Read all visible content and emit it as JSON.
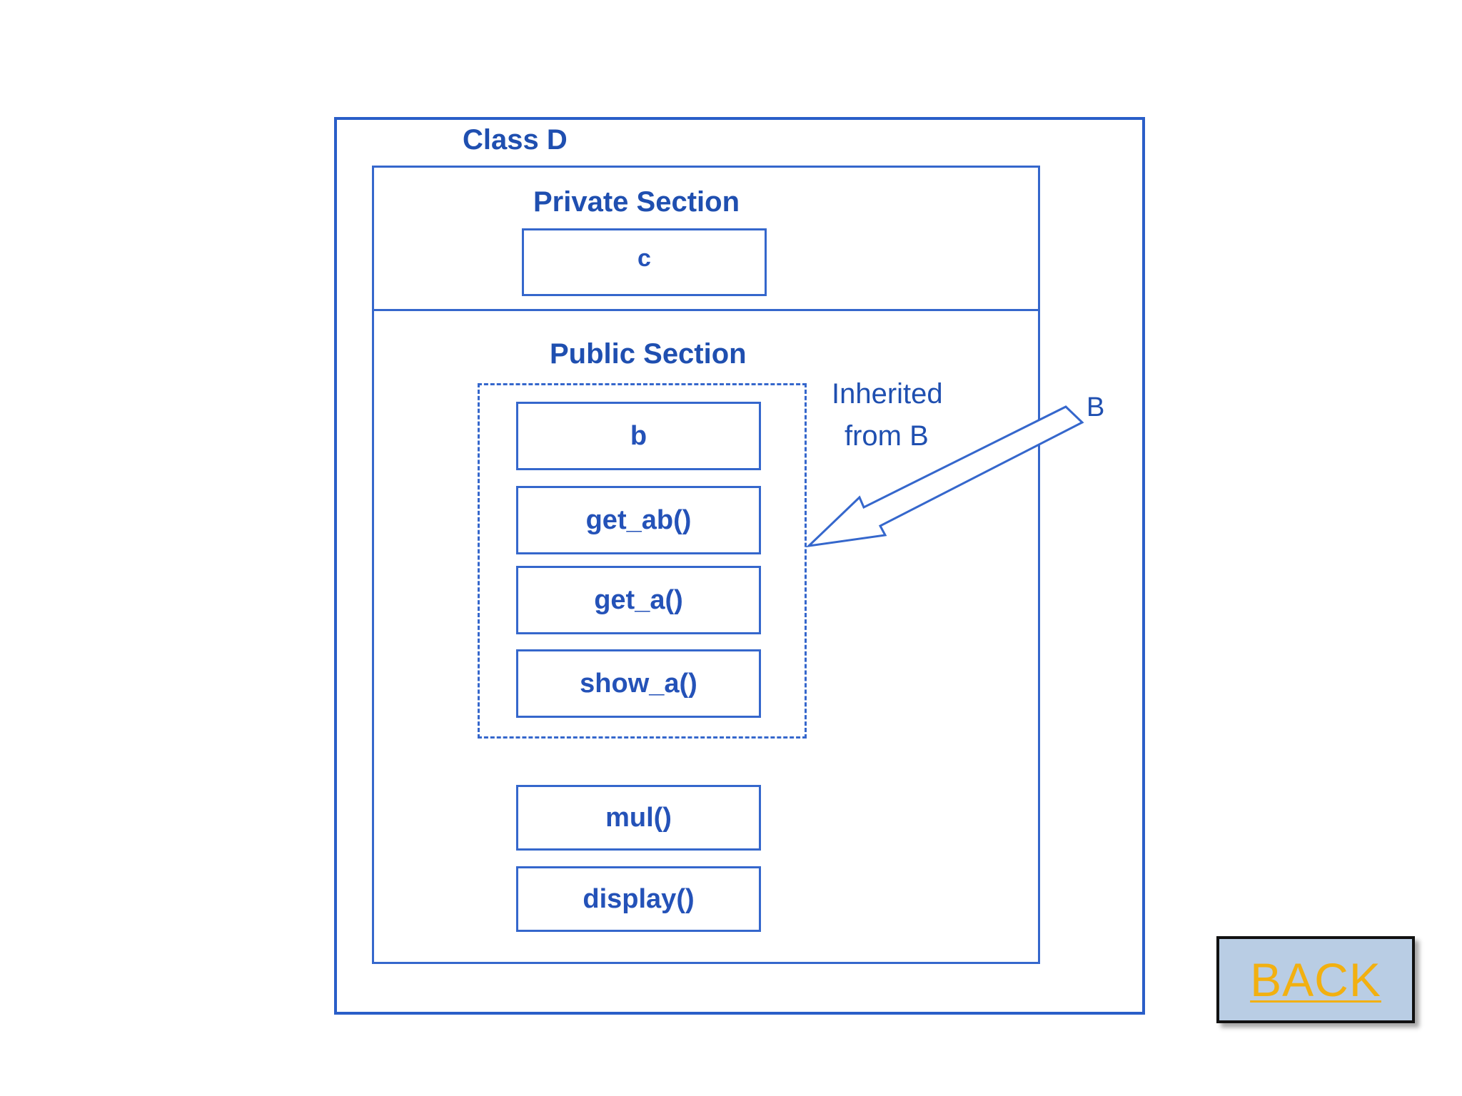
{
  "diagram": {
    "class_title": "Class D",
    "private_section": {
      "heading": "Private Section",
      "members": [
        "c"
      ]
    },
    "public_section": {
      "heading": "Public Section",
      "inherited_members": [
        "b",
        "get_ab()",
        "get_a()",
        "show_a()"
      ],
      "own_members": [
        "mul()",
        "display()"
      ]
    },
    "inherited_note": {
      "line1": "Inherited",
      "line2": "from B"
    },
    "arrow_source_label": "B",
    "colors": {
      "line": "#3567cc",
      "text": "#1f4fb0"
    }
  },
  "navigation": {
    "back_label": "BACK",
    "colors": {
      "background": "#b9cde4",
      "text": "#f2b010",
      "border": "#111111"
    }
  }
}
